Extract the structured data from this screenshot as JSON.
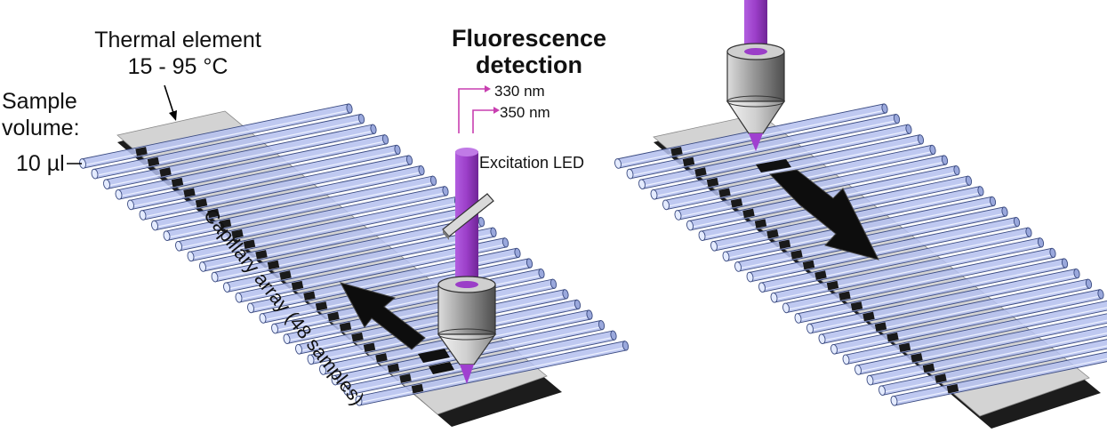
{
  "labels": {
    "thermal_element_line1": "Thermal element",
    "thermal_element_line2": "15 - 95 °C",
    "sample_volume_line1": "Sample",
    "sample_volume_line2": "volume:",
    "sample_volume_value": "10 µl",
    "fluorescence_line1": "Fluorescence",
    "fluorescence_line2": "detection",
    "wavelength_1": "330 nm",
    "wavelength_2": "350 nm",
    "excitation": "Excitation LED",
    "capillary_array": "Capillary array (48 samples)"
  },
  "colors": {
    "capillary_fill": "#b4c0ee",
    "capillary_edge": "#3a4a80",
    "capillary_end": "#e4ebff",
    "plate_light": "#d3d3d3",
    "plate_dark": "#1c1c1c",
    "beam": "#9b3ec8",
    "arrow_lines": "#c83fb0",
    "lens_body": "#a6a6a6",
    "arrow": "#0d0d0d"
  },
  "icons": {
    "left_lens": "objective-lens-icon",
    "right_lens": "objective-lens-icon",
    "mirror": "dichroic-mirror-icon",
    "led": "excitation-led-icon",
    "scan_arrow": "scan-direction-arrow-icon"
  }
}
